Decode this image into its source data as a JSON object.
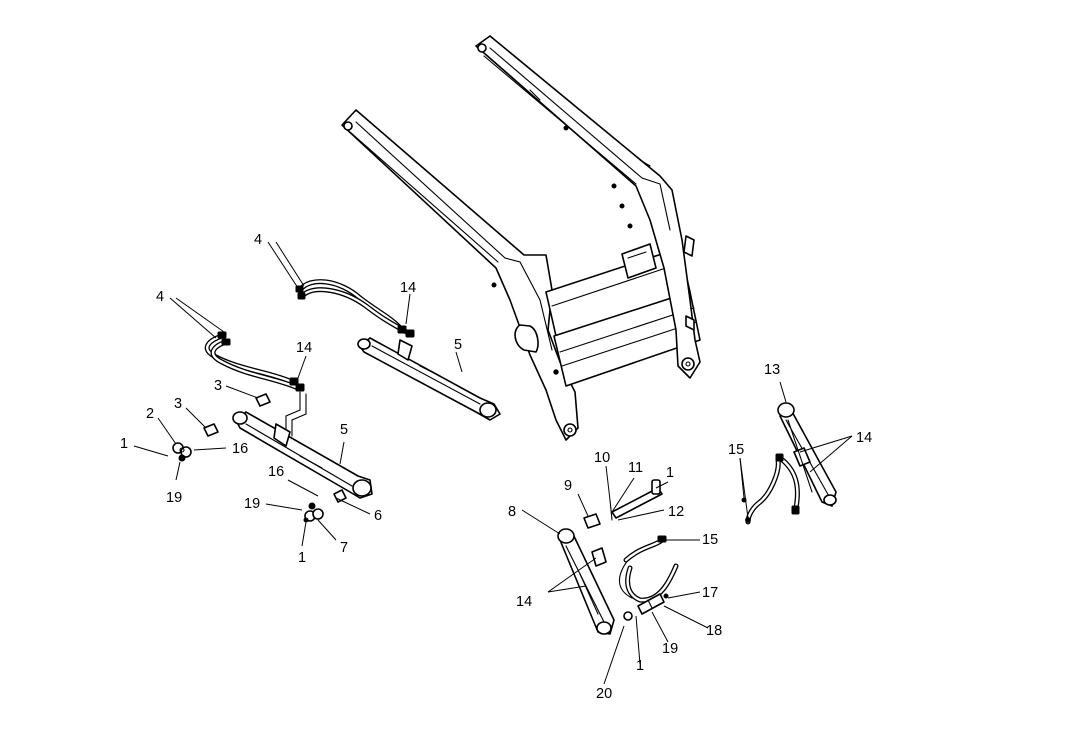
{
  "callouts": [
    {
      "id": "c-4a",
      "text": "4"
    },
    {
      "id": "c-4b",
      "text": "4"
    },
    {
      "id": "c-14a",
      "text": "14"
    },
    {
      "id": "c-14b",
      "text": "14"
    },
    {
      "id": "c-5a",
      "text": "5"
    },
    {
      "id": "c-5b",
      "text": "5"
    },
    {
      "id": "c-3a",
      "text": "3"
    },
    {
      "id": "c-3b",
      "text": "3"
    },
    {
      "id": "c-2",
      "text": "2"
    },
    {
      "id": "c-1a",
      "text": "1"
    },
    {
      "id": "c-16a",
      "text": "16"
    },
    {
      "id": "c-19a",
      "text": "19"
    },
    {
      "id": "c-16b",
      "text": "16"
    },
    {
      "id": "c-19b",
      "text": "19"
    },
    {
      "id": "c-6",
      "text": "6"
    },
    {
      "id": "c-7",
      "text": "7"
    },
    {
      "id": "c-1b",
      "text": "1"
    },
    {
      "id": "c-13",
      "text": "13"
    },
    {
      "id": "c-14c",
      "text": "14"
    },
    {
      "id": "c-15a",
      "text": "15"
    },
    {
      "id": "c-11",
      "text": "11"
    },
    {
      "id": "c-1c",
      "text": "1"
    },
    {
      "id": "c-10",
      "text": "10"
    },
    {
      "id": "c-9",
      "text": "9"
    },
    {
      "id": "c-8",
      "text": "8"
    },
    {
      "id": "c-12",
      "text": "12"
    },
    {
      "id": "c-15b",
      "text": "15"
    },
    {
      "id": "c-14d",
      "text": "14"
    },
    {
      "id": "c-17",
      "text": "17"
    },
    {
      "id": "c-18",
      "text": "18"
    },
    {
      "id": "c-19c",
      "text": "19"
    },
    {
      "id": "c-1d",
      "text": "1"
    },
    {
      "id": "c-20",
      "text": "20"
    }
  ]
}
